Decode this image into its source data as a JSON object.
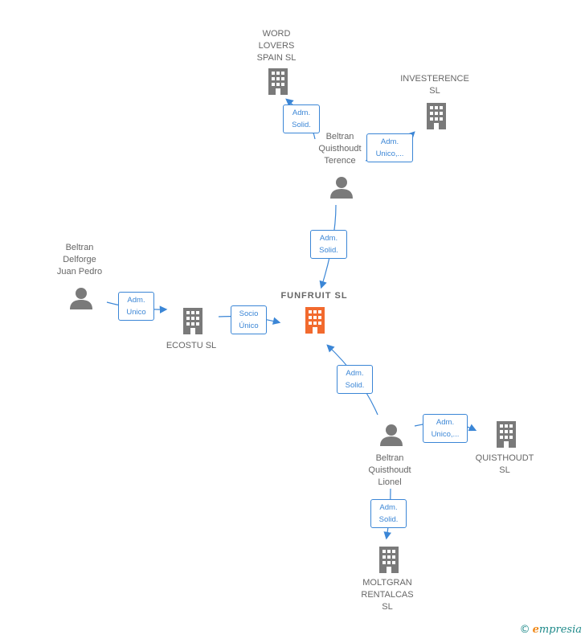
{
  "colors": {
    "edge": "#3b86d6",
    "icon": "#7a7a7a",
    "center_icon": "#f26a2e",
    "label": "#666666"
  },
  "nodes": {
    "word_lovers": "WORD\nLOVERS\nSPAIN  SL",
    "investerence": "INVESTERENCE\nSL",
    "terence": "Beltran\nQuisthoudt\nTerence",
    "delforge": "Beltran\nDelforge\nJuan Pedro",
    "ecostu": "ECOSTU SL",
    "funfruit": "FUNFRUIT  SL",
    "lionel": "Beltran\nQuisthoudt\nLionel",
    "quisthoudt": "QUISTHOUDT\nSL",
    "moltgran": "MOLTGRAN\nRENTALCAS\nSL"
  },
  "roles": {
    "terence_word_lovers": "Adm.\nSolid.",
    "terence_investerence": "Adm.\nUnico,...",
    "terence_funfruit": "Adm.\nSolid.",
    "delforge_ecostu": "Adm.\nUnico",
    "ecostu_funfruit": "Socio\nÚnico",
    "lionel_funfruit": "Adm.\nSolid.",
    "lionel_quisthoudt": "Adm.\nUnico,...",
    "lionel_moltgran": "Adm.\nSolid."
  },
  "brand": {
    "copyright": "©",
    "initial": "e",
    "rest": "mpresia"
  }
}
